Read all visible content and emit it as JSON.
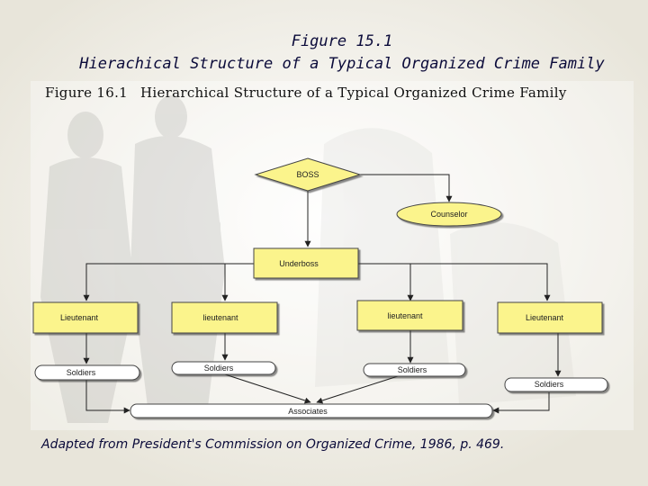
{
  "slide": {
    "title_line1": "Figure 15.1",
    "title_line2": "Hierachical Structure of a Typical Organized Crime Family",
    "caption": "Adapted from President's Commission on Organized Crime, 1986, p. 469."
  },
  "figure": {
    "number": "Figure 16.1",
    "heading": "Hierarchical Structure of a Typical Organized Crime Family"
  },
  "nodes": {
    "boss": "BOSS",
    "counselor": "Counselor",
    "underboss": "Underboss",
    "lieutenant_1": "Lieutenant",
    "lieutenant_2": "lieutenant",
    "lieutenant_3": "lieutenant",
    "lieutenant_4": "Lieutenant",
    "soldiers_1": "Soldiers",
    "soldiers_2": "Soldiers",
    "soldiers_3": "Soldiers",
    "soldiers_4": "Soldiers",
    "associates": "Associates"
  },
  "colors": {
    "node_fill": "#fbf48c",
    "node_stroke": "#444444",
    "soldier_fill": "#ffffff",
    "title_color": "#0b0b3a"
  }
}
